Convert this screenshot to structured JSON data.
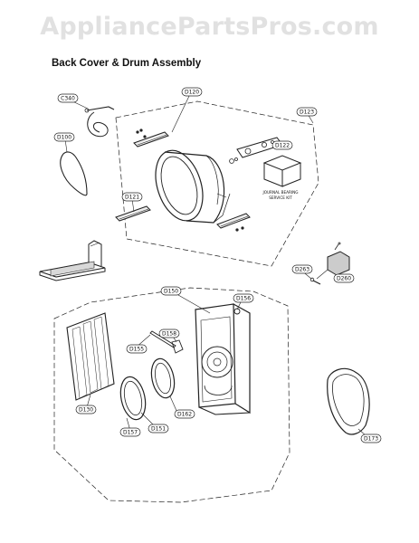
{
  "watermark": "AppliancePartsPros.com",
  "title": "Back Cover & Drum Assembly",
  "callouts": {
    "c340": "C340",
    "d100": "D100",
    "d120": "D120",
    "d123": "D123",
    "d122": "D122",
    "d121": "D121",
    "d263": "D263",
    "d260": "D260",
    "d150": "D150",
    "d156": "D156",
    "d158": "D158",
    "d155": "D155",
    "d130": "D130",
    "d157": "D157",
    "d151": "D151",
    "d162": "D162",
    "d173": "D173"
  },
  "note": [
    "JOURNAL BEARING",
    "SERVICE KIT"
  ]
}
